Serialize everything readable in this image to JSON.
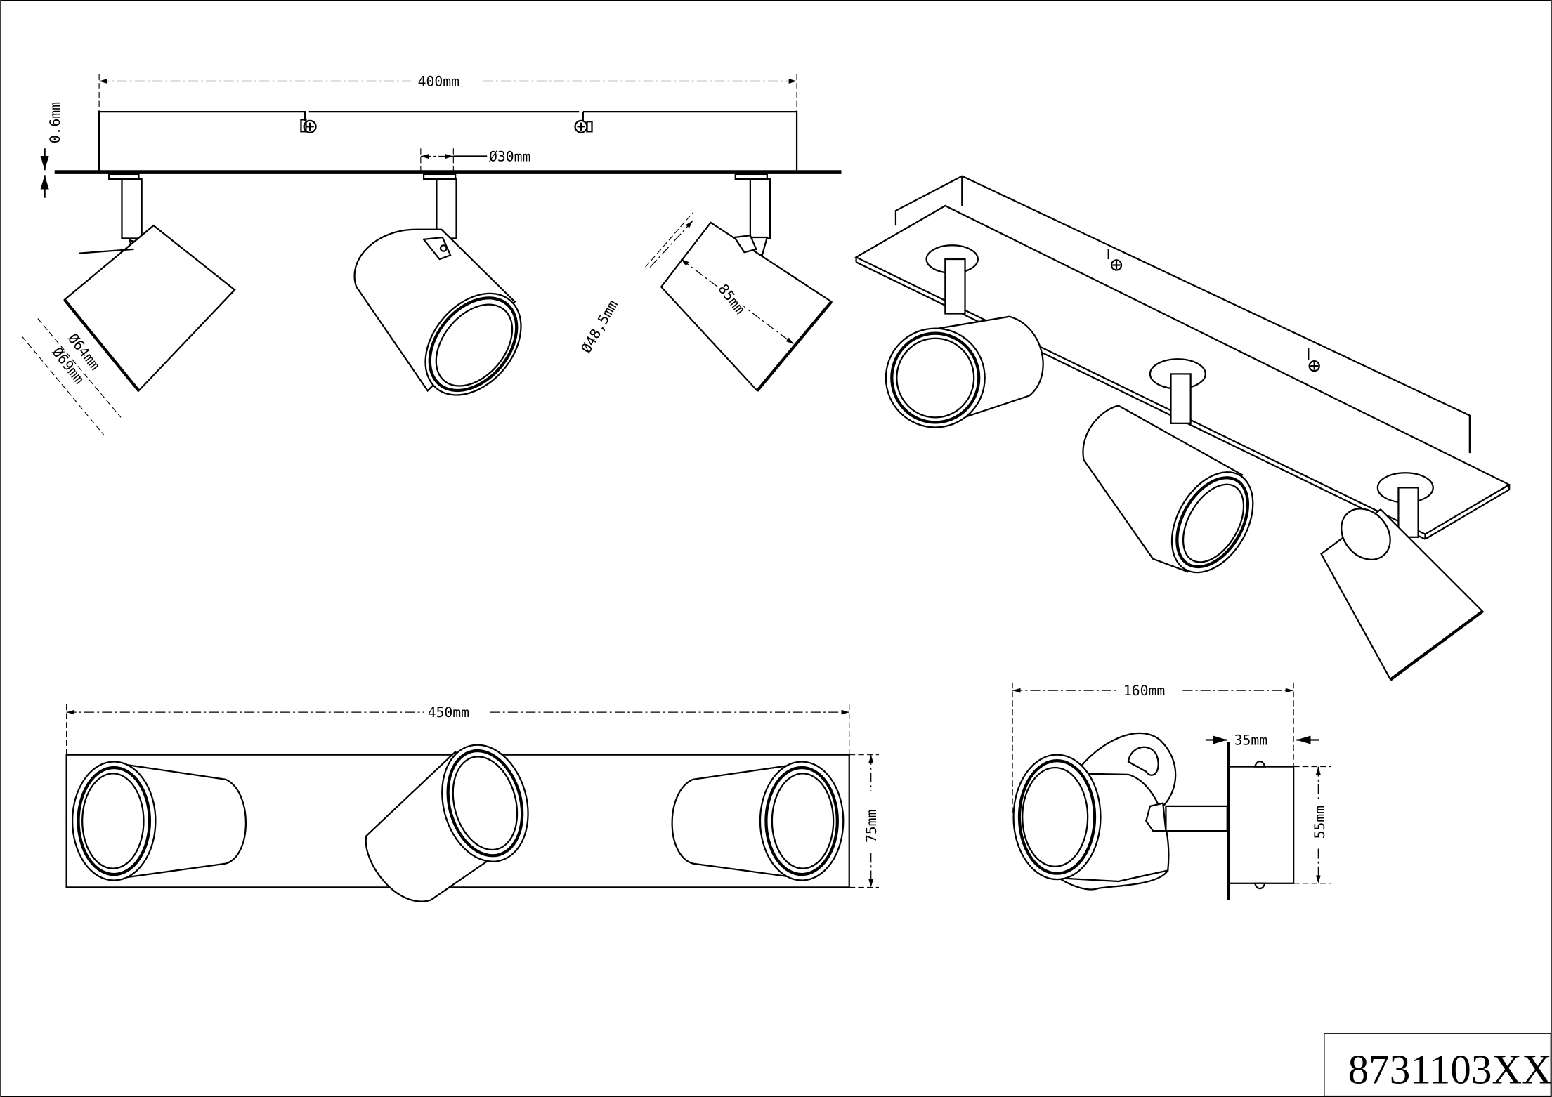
{
  "drawing": {
    "model_number": "8731103XX",
    "front_view": {
      "width_label": "400mm",
      "plate_thickness_label": "0.6mm",
      "stem_diameter_label": "Ø30mm",
      "shade_outer_diameter_label": "Ø69mm",
      "shade_inner_diameter_label": "Ø64mm",
      "shade_rear_diameter_label": "Ø48,5mm",
      "shade_length_label": "85mm"
    },
    "bottom_view": {
      "length_label": "450mm",
      "width_label": "75mm"
    },
    "side_view": {
      "depth_label": "160mm",
      "base_depth_label": "35mm",
      "base_height_label": "55mm"
    }
  }
}
